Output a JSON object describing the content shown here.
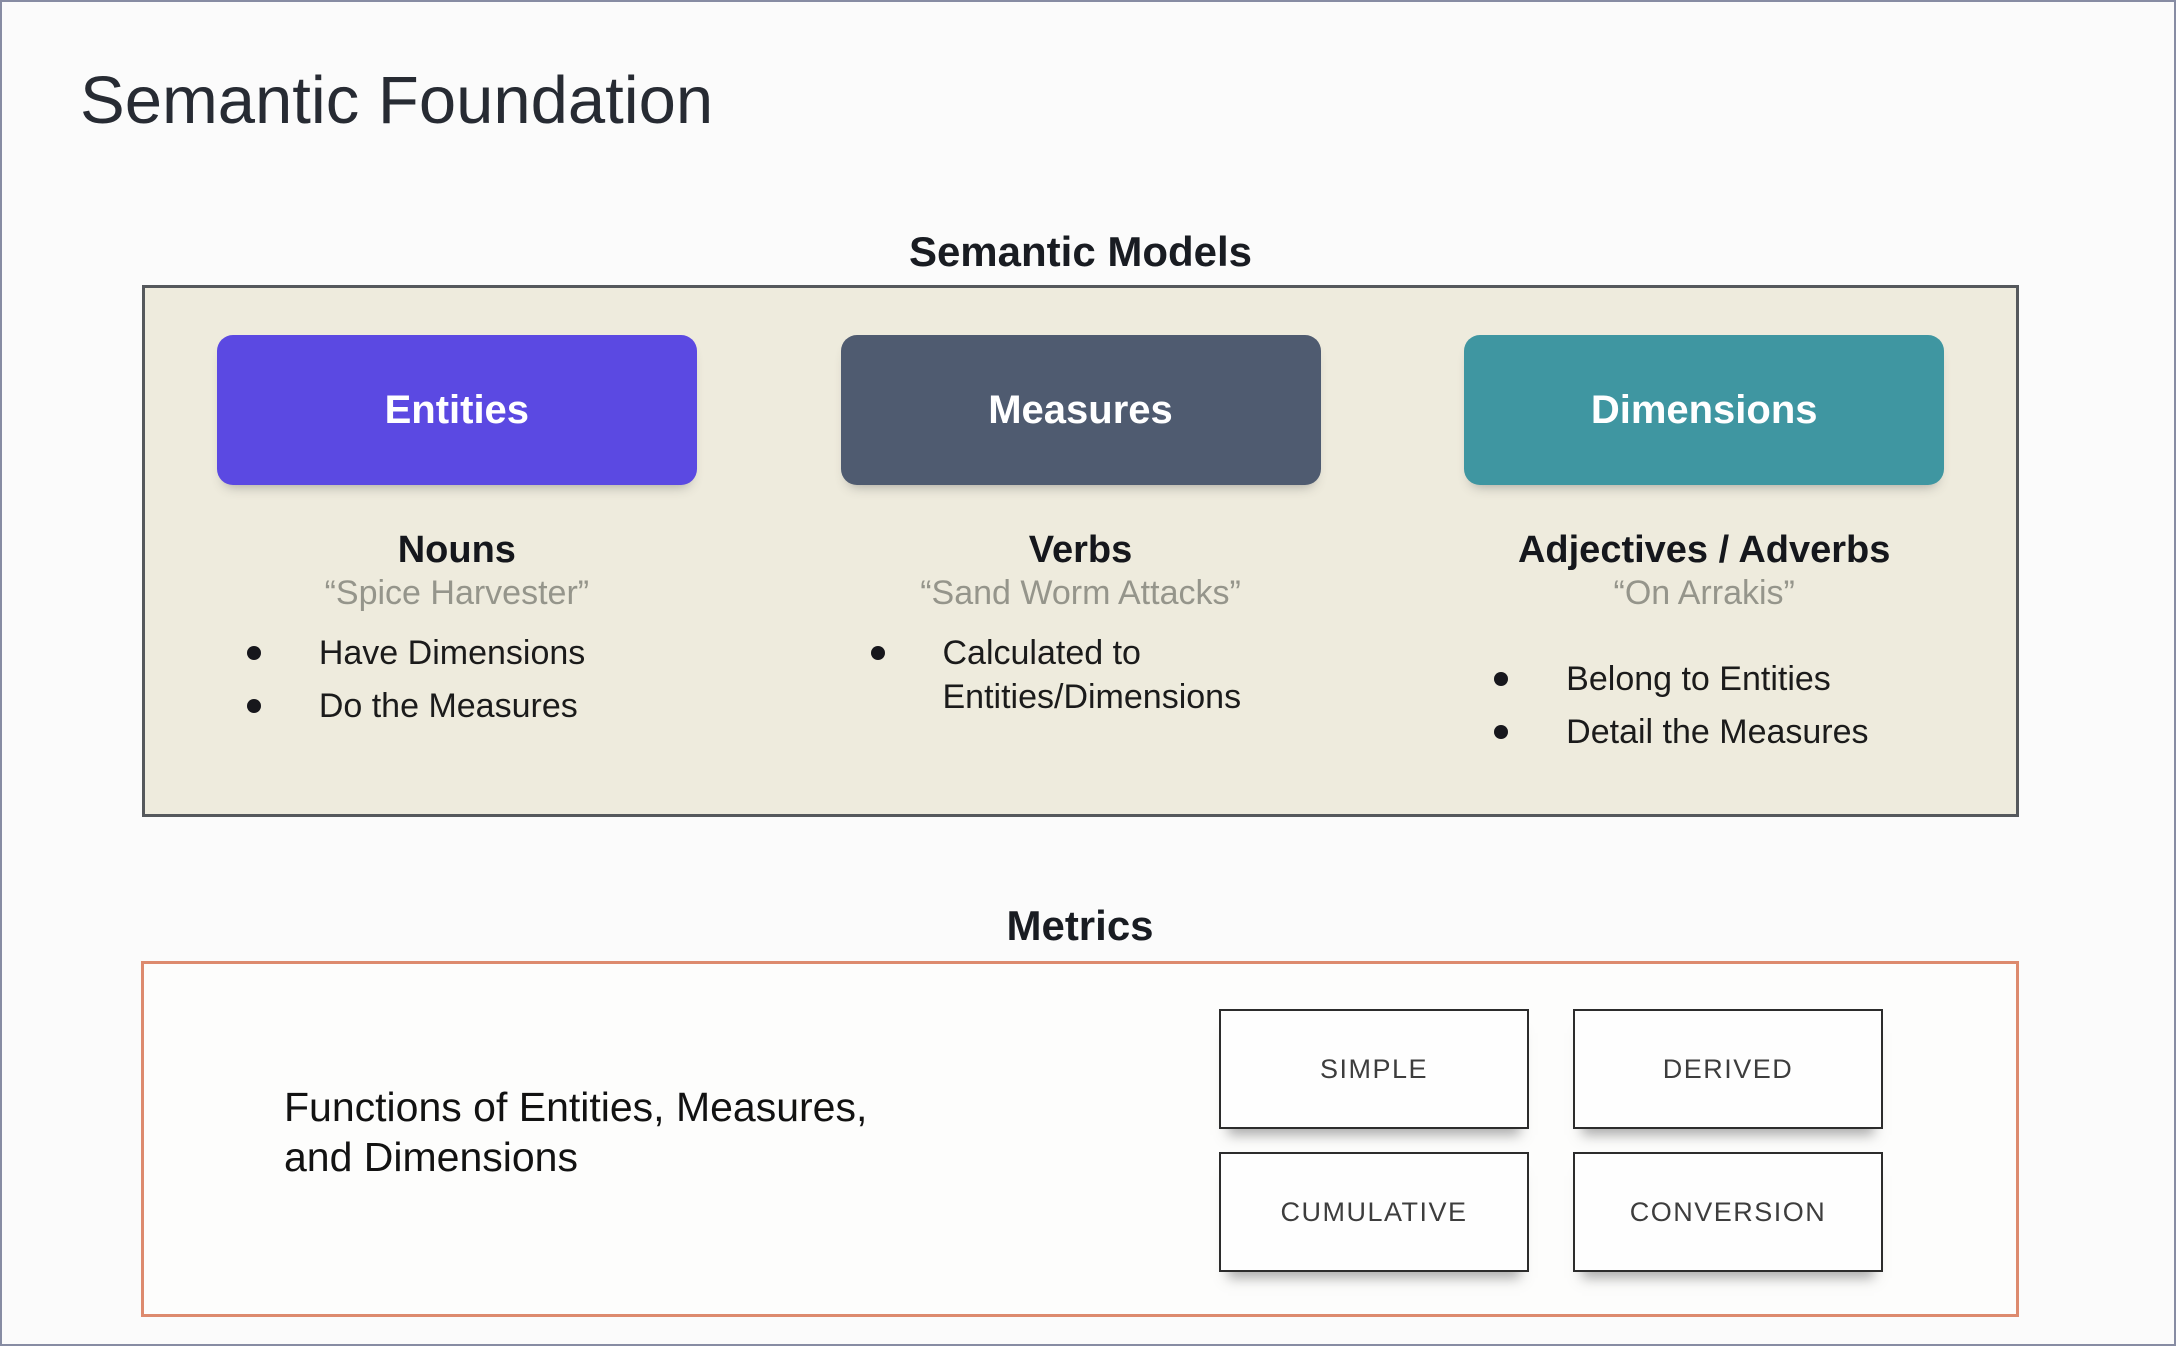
{
  "colors": {
    "entities_pill": "#5b49e2",
    "measures_pill": "#4f5b70",
    "dimensions_pill": "#3f96a1",
    "models_panel_bg": "#eeebdd",
    "models_panel_border": "#55585c",
    "metrics_panel_border": "#dd8a6e",
    "page_bg": "#fbfbfb",
    "quote_text": "#95958b"
  },
  "title": "Semantic Foundation",
  "semantic_models": {
    "heading": "Semantic Models",
    "columns": [
      {
        "label": "Entities",
        "word_type": "Nouns",
        "example": "“Spice Harvester”",
        "bullets": [
          "Have Dimensions",
          "Do the Measures"
        ]
      },
      {
        "label": "Measures",
        "word_type": "Verbs",
        "example": "“Sand Worm Attacks”",
        "bullets": [
          "Calculated to\nEntities/Dimensions"
        ]
      },
      {
        "label": "Dimensions",
        "word_type": "Adjectives / Adverbs",
        "example": "“On Arrakis”",
        "bullets": [
          "Belong to Entities",
          "Detail the Measures"
        ]
      }
    ]
  },
  "metrics": {
    "heading": "Metrics",
    "description": "Functions of Entities, Measures,\nand Dimensions",
    "types": [
      "SIMPLE",
      "DERIVED",
      "CUMULATIVE",
      "CONVERSION"
    ]
  }
}
